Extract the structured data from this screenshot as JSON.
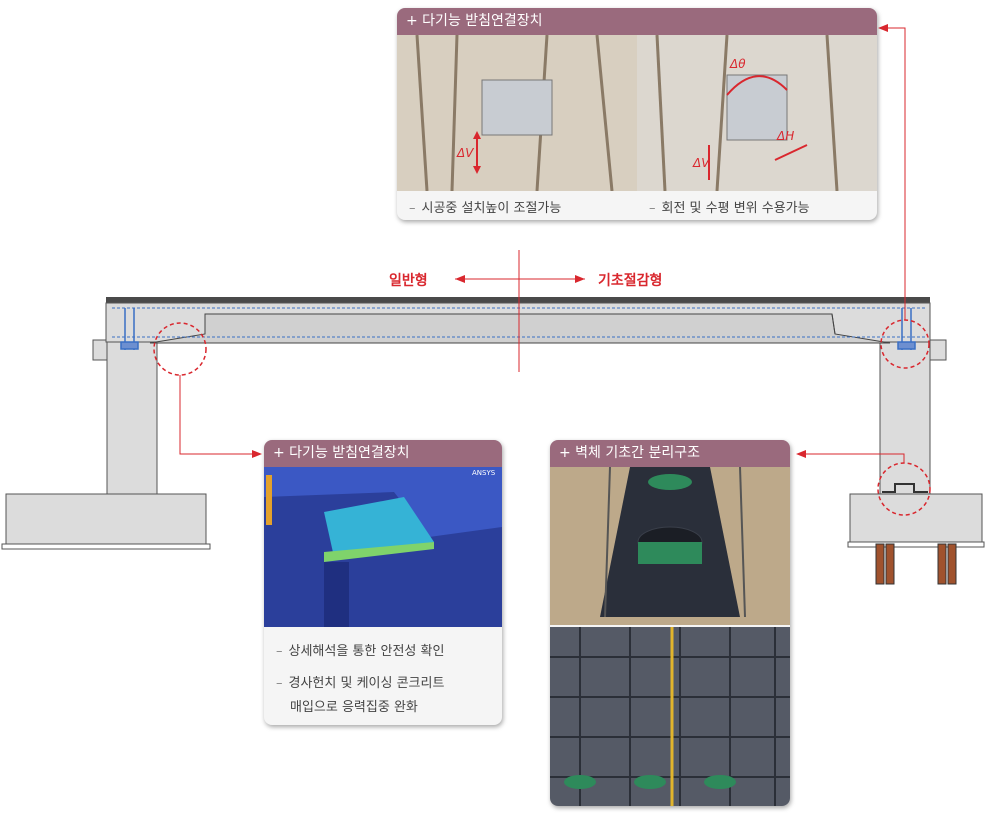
{
  "labels": {
    "left_direction": "일반형",
    "right_direction": "기초절감형"
  },
  "top_panel": {
    "title": "+ 다기능 받침연결장치",
    "caption_left": "시공중 설치높이 조절가능",
    "caption_right": "회전 및 수평 변위 수용가능",
    "delta_v_left": "ΔV",
    "delta_theta": "Δθ",
    "delta_h": "ΔH",
    "delta_v_right": "ΔV"
  },
  "left_panel": {
    "title": "+ 다기능 받침연결장치",
    "software_tag": "ANSYS",
    "captions": [
      "상세해석을 통한 안전성 확인",
      "경사헌치 및 케이싱 콘크리트",
      "매입으로 응력집중 완화"
    ]
  },
  "right_panel": {
    "title": "+ 벽체 기초간 분리구조"
  },
  "colors": {
    "accent_red": "#d9272e",
    "panel_header": "#9a6a7d",
    "concrete": "#d9d9d9",
    "rebar_blue": "#3a6fc4"
  }
}
